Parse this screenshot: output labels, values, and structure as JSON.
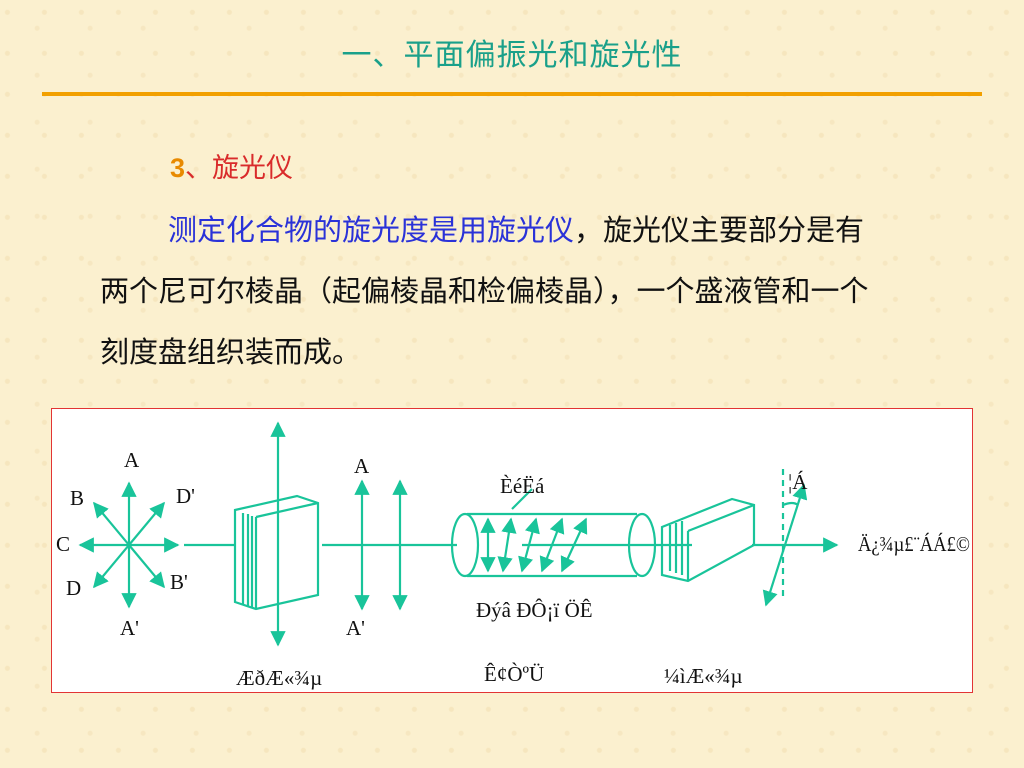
{
  "slide": {
    "title": "一、平面偏振光和旋光性",
    "subheading_num": "3",
    "subheading_text": "、旋光仪"
  },
  "paragraph": {
    "highlight": "测定化合物的旋光度是用旋光仪",
    "text": "，旋光仪主要部分是有两个尼可尔棱晶（起偏棱晶和检偏棱晶），一个盛液管和一个刻度盘组织装而成。"
  },
  "colors": {
    "title": "#1aa08a",
    "rule": "#f2a000",
    "subheading": "#d92b2b",
    "highlight": "#2a32d8",
    "diagram_lines": "#19c49a",
    "diagram_border": "#e23434"
  },
  "diagram": {
    "star_labels": {
      "a": "A",
      "a_prime": "A'",
      "b": "B",
      "b_prime": "B'",
      "c": "C",
      "d": "D",
      "d_prime": "D'"
    },
    "middle_labels": {
      "a": "A",
      "a_prime": "A'"
    },
    "garbled": {
      "tube_top": "ÈéËá",
      "tube_mid": "Ðýâ ÐÔ¡ï ÖÊ",
      "tube_bottom": "Ê¢ÒºÜ",
      "polarizer": "ÆðÆ«¾µ",
      "analyzer": "¼ìÆ«¾µ",
      "angle_top": "¦Á",
      "end": "Ä¿¾µ£¨ÁÁ£©"
    }
  }
}
